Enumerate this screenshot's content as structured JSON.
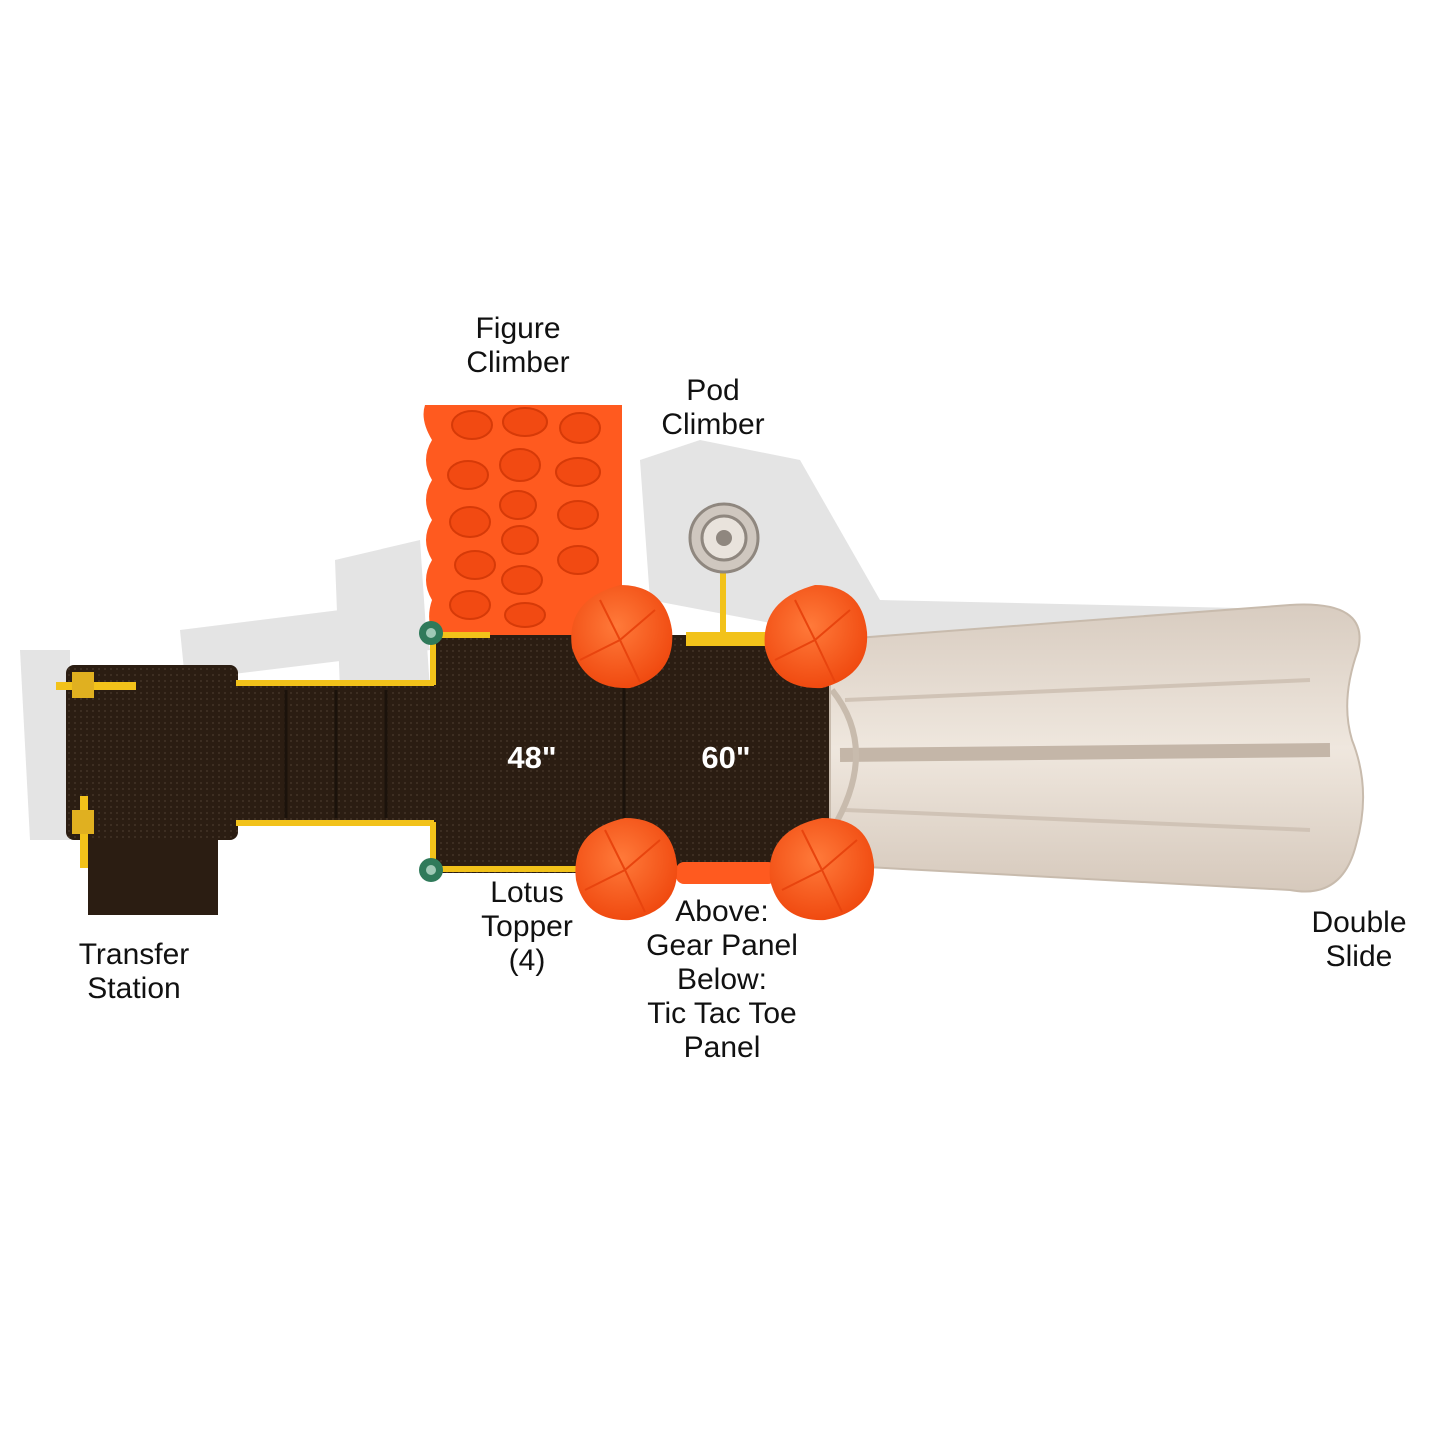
{
  "labels": {
    "figure_climber": [
      "Figure",
      "Climber"
    ],
    "pod_climber": [
      "Pod",
      "Climber"
    ],
    "transfer_station": [
      "Transfer",
      "Station"
    ],
    "lotus_topper": [
      "Lotus",
      "Topper",
      "(4)"
    ],
    "gear_tictactoe": [
      "Above:",
      "Gear Panel",
      "Below:",
      "Tic Tac Toe",
      "Panel"
    ],
    "double_slide": [
      "Double",
      "Slide"
    ]
  },
  "decks": {
    "deck_48": "48\"",
    "deck_60": "60\""
  },
  "colors": {
    "deck": "#2b1d12",
    "post_rail": "#f2c21a",
    "orange": "#ff5a1f",
    "slide": "#e6dcd2",
    "shadow": "#dcdcdc",
    "background": "#ffffff"
  }
}
